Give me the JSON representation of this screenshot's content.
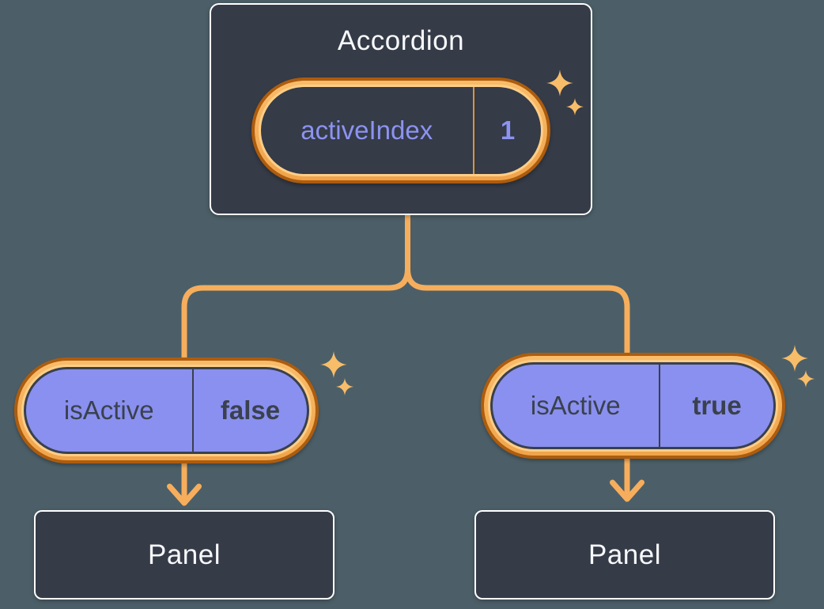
{
  "diagram": {
    "root": {
      "title": "Accordion",
      "state": {
        "name": "activeIndex",
        "value": "1"
      }
    },
    "children": [
      {
        "state": {
          "name": "isActive",
          "value": "false"
        },
        "panel_label": "Panel"
      },
      {
        "state": {
          "name": "isActive",
          "value": "true"
        },
        "panel_label": "Panel"
      }
    ],
    "icons": {
      "sparkle": "sparkle-icon",
      "arrow": "arrow-down-icon"
    },
    "colors": {
      "background": "#4C5F68",
      "box_fill": "#353B47",
      "box_border": "#FFFFFF",
      "pill_ring_light": "#F9BC69",
      "pill_ring_dark": "#AD5C0E",
      "pill_ring_rim": "#FECE87",
      "pill_purple": "#8A90EF",
      "state_text_purple": "#8C93F1",
      "state_text_dark": "#3A414E",
      "connector_orange": "#F6AE5C",
      "sparkle_orange": "#F7BD69",
      "title_text": "#F7F8FB"
    }
  }
}
